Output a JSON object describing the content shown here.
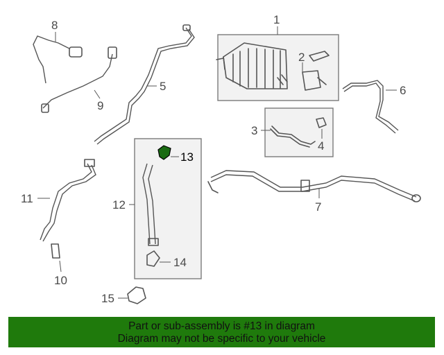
{
  "callouts": {
    "c1": "1",
    "c2": "2",
    "c3": "3",
    "c4": "4",
    "c5": "5",
    "c6": "6",
    "c7": "7",
    "c8": "8",
    "c9": "9",
    "c10": "10",
    "c11": "11",
    "c12": "12",
    "c13": "13",
    "c14": "14",
    "c15": "15"
  },
  "highlight_part": "13",
  "banner": {
    "line1": "Part or sub-assembly is #13 in diagram",
    "line2": "Diagram may not be specific to your vehicle",
    "background": "#1f7a0c"
  },
  "colors": {
    "line_art": "#555555",
    "panel_fill": "#f2f2f2",
    "highlight": "#1a6b12"
  }
}
